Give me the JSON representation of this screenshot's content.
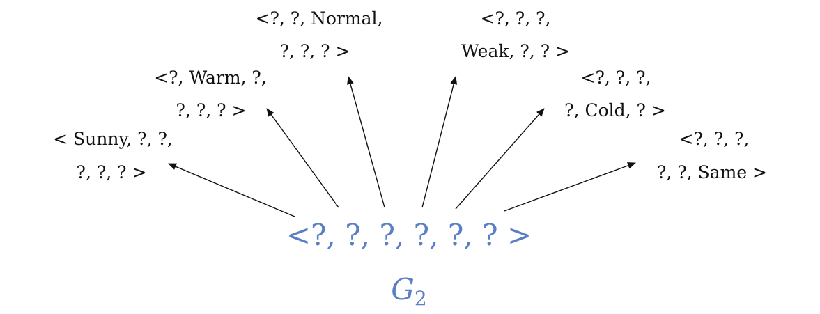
{
  "accent_color": "#5b7fc4",
  "ink_color": "#111111",
  "root": {
    "text": "<?, ?, ?, ?, ?, ? >",
    "label_main": "G",
    "label_sub": "2"
  },
  "hypotheses": [
    {
      "id": "sunny",
      "line1": "< Sunny, ?, ?,",
      "line2": "?, ?, ? >"
    },
    {
      "id": "warm",
      "line1": "<?, Warm, ?,",
      "line2": "?, ?, ? >"
    },
    {
      "id": "normal",
      "line1": "<?, ?, Normal,",
      "line2": "?, ?, ? >"
    },
    {
      "id": "weak",
      "line1": "<?, ?, ?,",
      "line2": "Weak, ?, ? >"
    },
    {
      "id": "cold",
      "line1": "<?, ?, ?,",
      "line2": "?, Cold, ? >"
    },
    {
      "id": "same",
      "line1": "<?, ?, ?,",
      "line2": "?, ?, Same >"
    }
  ]
}
